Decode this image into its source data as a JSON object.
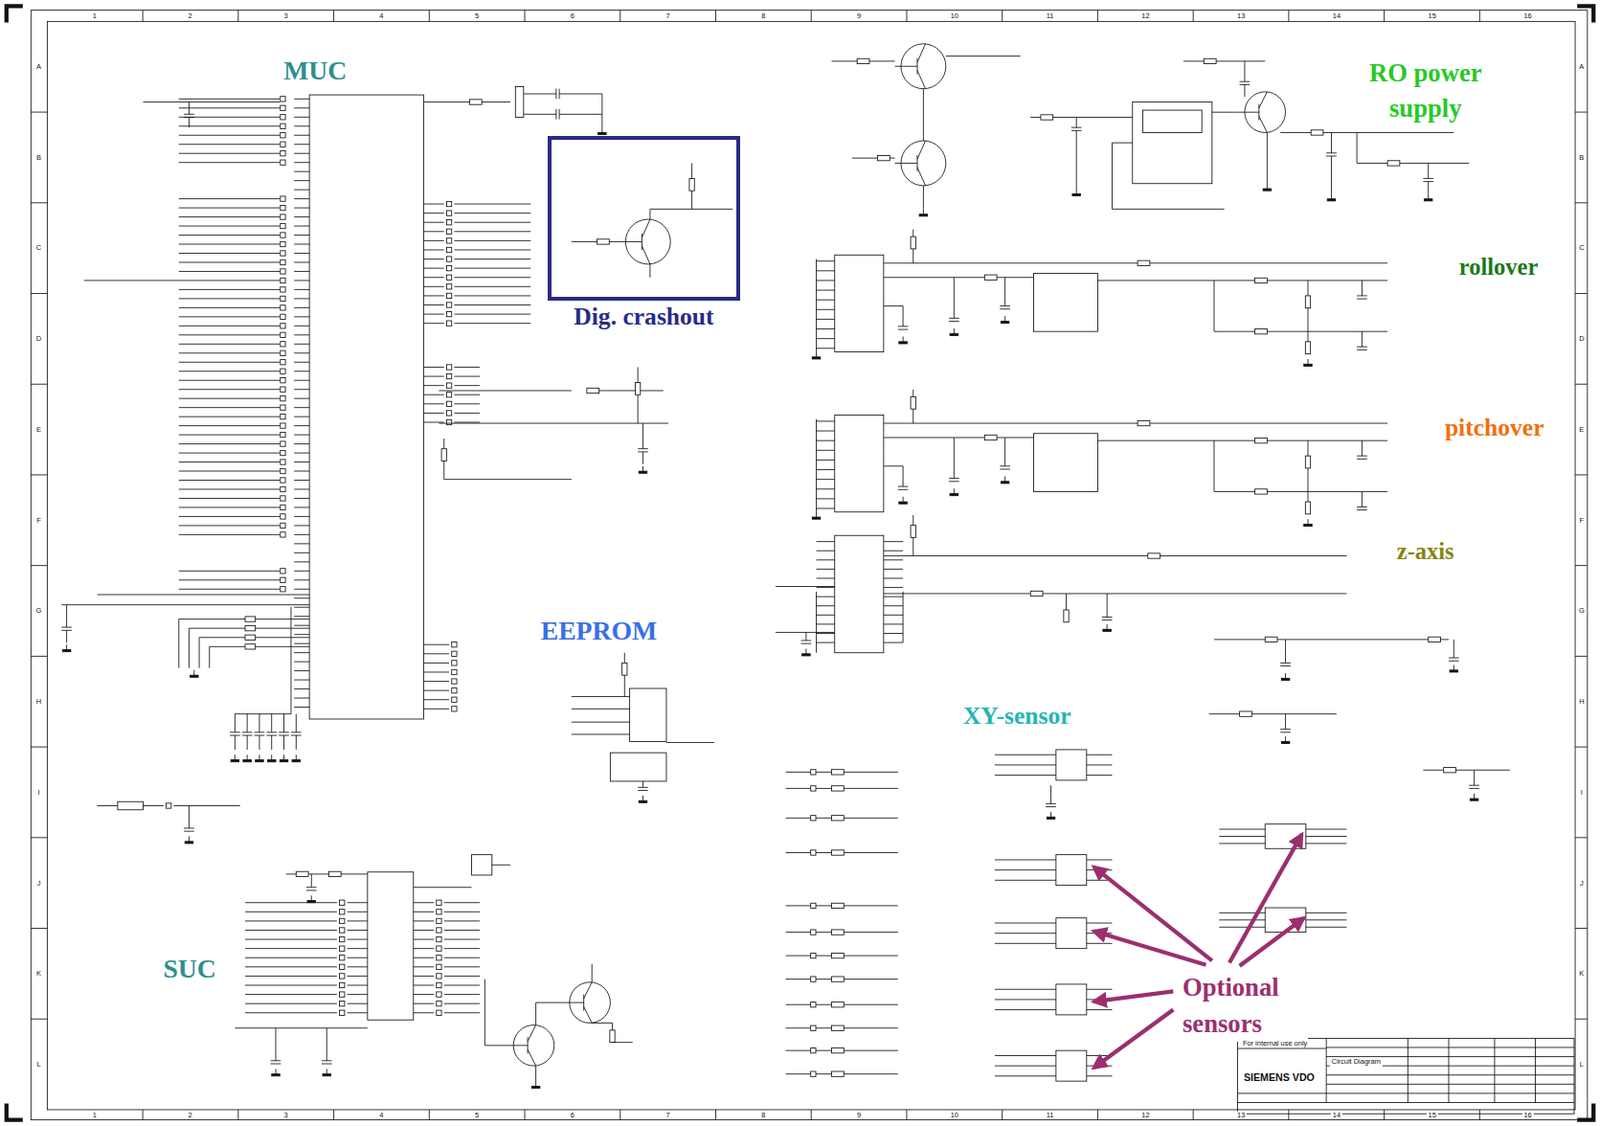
{
  "diagram": {
    "nodes": [
      {
        "text": [
          "Dig. crashout"
        ]
      }
    ],
    "labels": [
      "MUC",
      "RO power supply",
      "rollover",
      "pitchover",
      "z-axis",
      "EEPROM",
      "XY-sensor",
      "SUC",
      "Optional sensors",
      "For internal use only",
      "SIEMENS VDO",
      "Circuit Diagram",
      "1",
      "2",
      "3",
      "4",
      "5",
      "6",
      "7",
      "8",
      "9",
      "10",
      "11",
      "12",
      "13",
      "14",
      "15",
      "16",
      "1",
      "2",
      "3",
      "4",
      "5",
      "6",
      "7",
      "8",
      "9",
      "10",
      "11",
      "12",
      "13",
      "14",
      "15",
      "16",
      "A",
      "B",
      "C",
      "D",
      "E",
      "F",
      "G",
      "H",
      "I",
      "J",
      "K",
      "L",
      "A",
      "B",
      "C",
      "D",
      "E",
      "F",
      "G",
      "H",
      "I",
      "J",
      "K",
      "L"
    ]
  }
}
